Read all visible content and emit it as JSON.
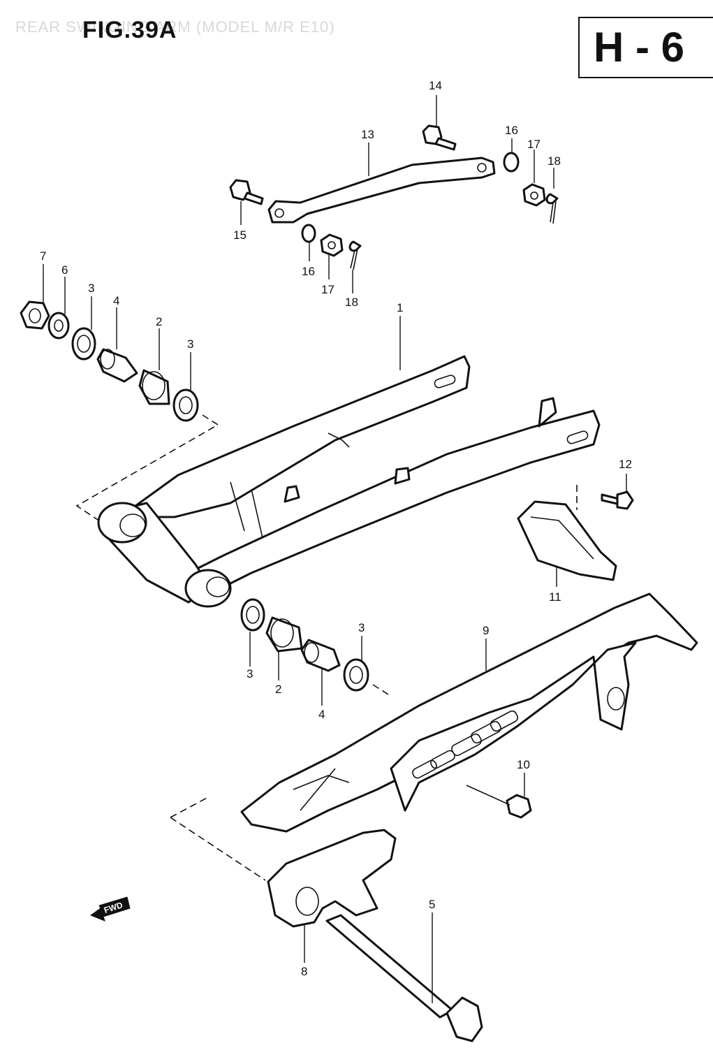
{
  "header": {
    "figure_label": "FIG.39A",
    "faded_title": "REAR SWINGING ARM (MODEL M/R E10)",
    "section_code": "H - 6"
  },
  "fwd_label": "FWD",
  "callouts": [
    {
      "id": "c14a",
      "text": "14"
    },
    {
      "id": "c13",
      "text": "13"
    },
    {
      "id": "c16a",
      "text": "16"
    },
    {
      "id": "c17a",
      "text": "17"
    },
    {
      "id": "c18a",
      "text": "18"
    },
    {
      "id": "c15",
      "text": "15"
    },
    {
      "id": "c16b",
      "text": "16"
    },
    {
      "id": "c17b",
      "text": "17"
    },
    {
      "id": "c18b",
      "text": "18"
    },
    {
      "id": "c7",
      "text": "7"
    },
    {
      "id": "c6",
      "text": "6"
    },
    {
      "id": "c3a",
      "text": "3"
    },
    {
      "id": "c4a",
      "text": "4"
    },
    {
      "id": "c2a",
      "text": "2"
    },
    {
      "id": "c3b",
      "text": "3"
    },
    {
      "id": "c1",
      "text": "1"
    },
    {
      "id": "c12",
      "text": "12"
    },
    {
      "id": "c11",
      "text": "11"
    },
    {
      "id": "c9",
      "text": "9"
    },
    {
      "id": "c3c",
      "text": "3"
    },
    {
      "id": "c3d",
      "text": "3"
    },
    {
      "id": "c2b",
      "text": "2"
    },
    {
      "id": "c4b",
      "text": "4"
    },
    {
      "id": "c10",
      "text": "10"
    },
    {
      "id": "c5",
      "text": "5"
    },
    {
      "id": "c8",
      "text": "8"
    }
  ]
}
